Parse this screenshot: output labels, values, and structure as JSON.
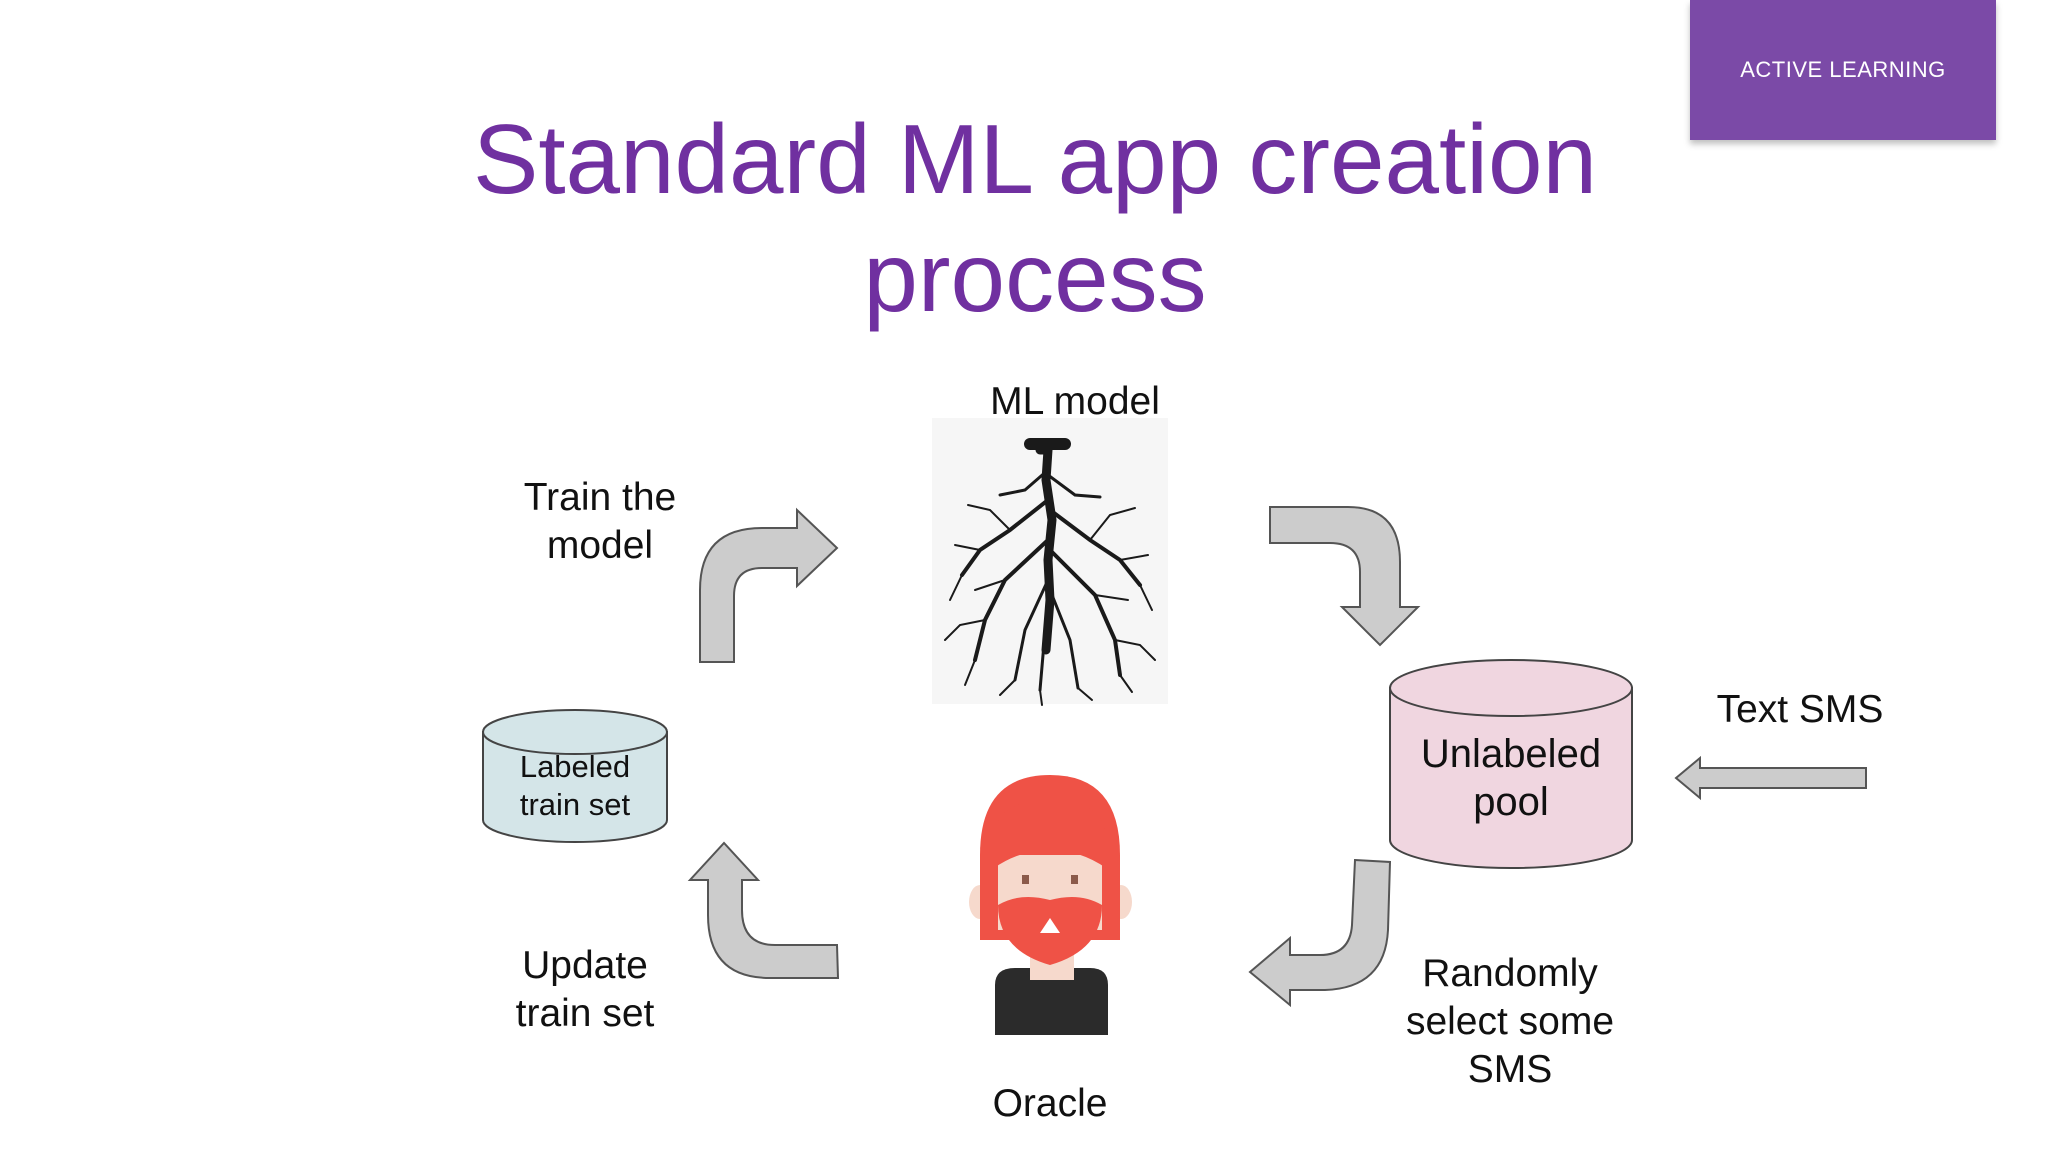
{
  "badge": {
    "text": "ACTIVE LEARNING",
    "color": "#7b4aa7"
  },
  "title": "Standard ML app creation process",
  "labels": {
    "ml_model": "ML model",
    "train_the_model": "Train the\nmodel",
    "text_sms": "Text SMS",
    "update_train_set": "Update\ntrain set",
    "oracle": "Oracle",
    "randomly_select": "Randomly\nselect some\nSMS"
  },
  "cylinders": {
    "labeled_train_set": {
      "text": "Labeled\ntrain set",
      "fill": "#d4e5e8"
    },
    "unlabeled_pool": {
      "text": "Unlabeled\npool",
      "fill": "#f0d6e0"
    }
  },
  "colors": {
    "title": "#7030a0",
    "arrow_fill": "#cccccc",
    "arrow_stroke": "#555555",
    "oracle_hair": "#ef5246",
    "oracle_skin": "#f6d9cc"
  },
  "icons": [
    "ml-model-tree-icon",
    "oracle-person-icon"
  ]
}
